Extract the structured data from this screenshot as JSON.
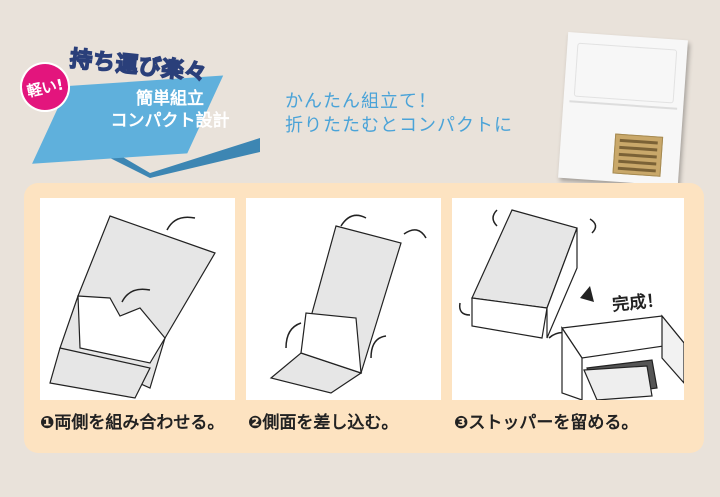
{
  "badge": {
    "light_label": "軽い!",
    "arc_title": "持ち運び楽々",
    "line1": "簡単組立",
    "line2": "コンパクト設計",
    "colors": {
      "pink": "#e3157d",
      "slab": "#5fb0dc",
      "title_fill": "#fbe44a",
      "title_stroke": "#2a3f7a"
    }
  },
  "tagline": {
    "line1": "かんたん組立て！",
    "line2": "折りたたむとコンパクトに",
    "color": "#4aa3d8"
  },
  "product_photo": {
    "alt": "folded-flat-box-with-kraft-label"
  },
  "steps": [
    {
      "caption": "❶両側を組み合わせる。",
      "illustration": "box-sides-interlock"
    },
    {
      "caption": "❷側面を差し込む。",
      "illustration": "side-panels-insert"
    },
    {
      "caption": "❸ストッパーを留める。",
      "illustration": "stopper-fasten",
      "completed_label": "完成！"
    }
  ],
  "panel_color": "#fde3c1",
  "background_color": "#e9e2da"
}
